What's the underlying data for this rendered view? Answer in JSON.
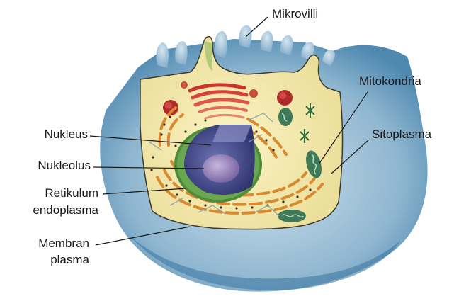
{
  "labels": {
    "mikrovilli": "Mikrovilli",
    "mitokondria": "Mitokondria",
    "sitoplasma": "Sitoplasma",
    "nukleus": "Nukleus",
    "nukleolus": "Nukleolus",
    "retikulum_line1": "Retikulum",
    "retikulum_line2": "endoplasma",
    "membran_line1": "Membran",
    "membran_line2": "plasma"
  },
  "colors": {
    "membrane_outer": "#5b94b8",
    "membrane_light": "#a9c9dc",
    "cytoplasm": "#f2eaae",
    "nucleus_envelope": "#4f8c3a",
    "nucleus_inner": "#4a4f8c",
    "nucleolus": "#9a86b8",
    "er": "#d9892e",
    "golgi": "#d8403a",
    "mitochondria": "#5a8f6e"
  }
}
